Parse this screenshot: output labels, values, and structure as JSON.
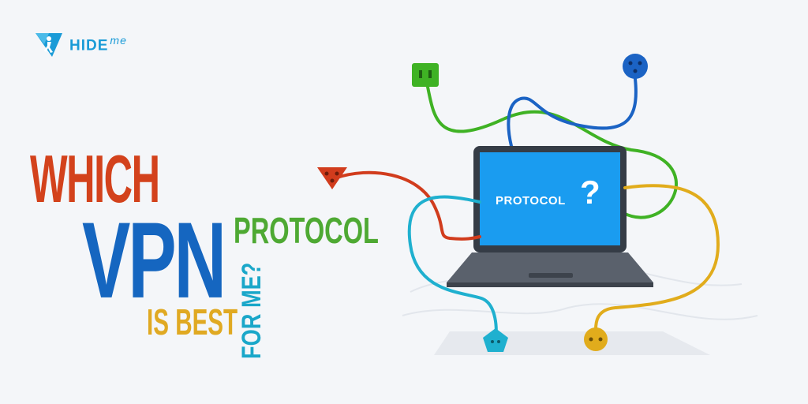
{
  "brand": {
    "name": "HIDE",
    "suffix": "me",
    "color": "#1a9bd7"
  },
  "headline": {
    "line1": "WHICH",
    "line2": "VPN",
    "line3": "PROTOCOL",
    "line4": "IS BEST",
    "line5": "FOR ME?"
  },
  "screen": {
    "label": "PROTOCOL",
    "mark": "?"
  },
  "colors": {
    "which": "#d3421c",
    "vpn": "#1566c0",
    "protocol": "#4ea933",
    "is_best": "#e0a922",
    "for_me": "#1aa7c9",
    "screen": "#1a9cf0",
    "cable_green": "#3fb224",
    "cable_blue": "#1b63c4",
    "cable_red": "#d13c1d",
    "cable_cyan": "#1fb0cf",
    "cable_yellow": "#e1ac1c"
  },
  "icons": {
    "logo": "hide-me-logo-icon",
    "plugs": [
      "green-plug-icon",
      "blue-plug-icon",
      "red-plug-icon",
      "cyan-plug-icon",
      "yellow-plug-icon"
    ]
  }
}
